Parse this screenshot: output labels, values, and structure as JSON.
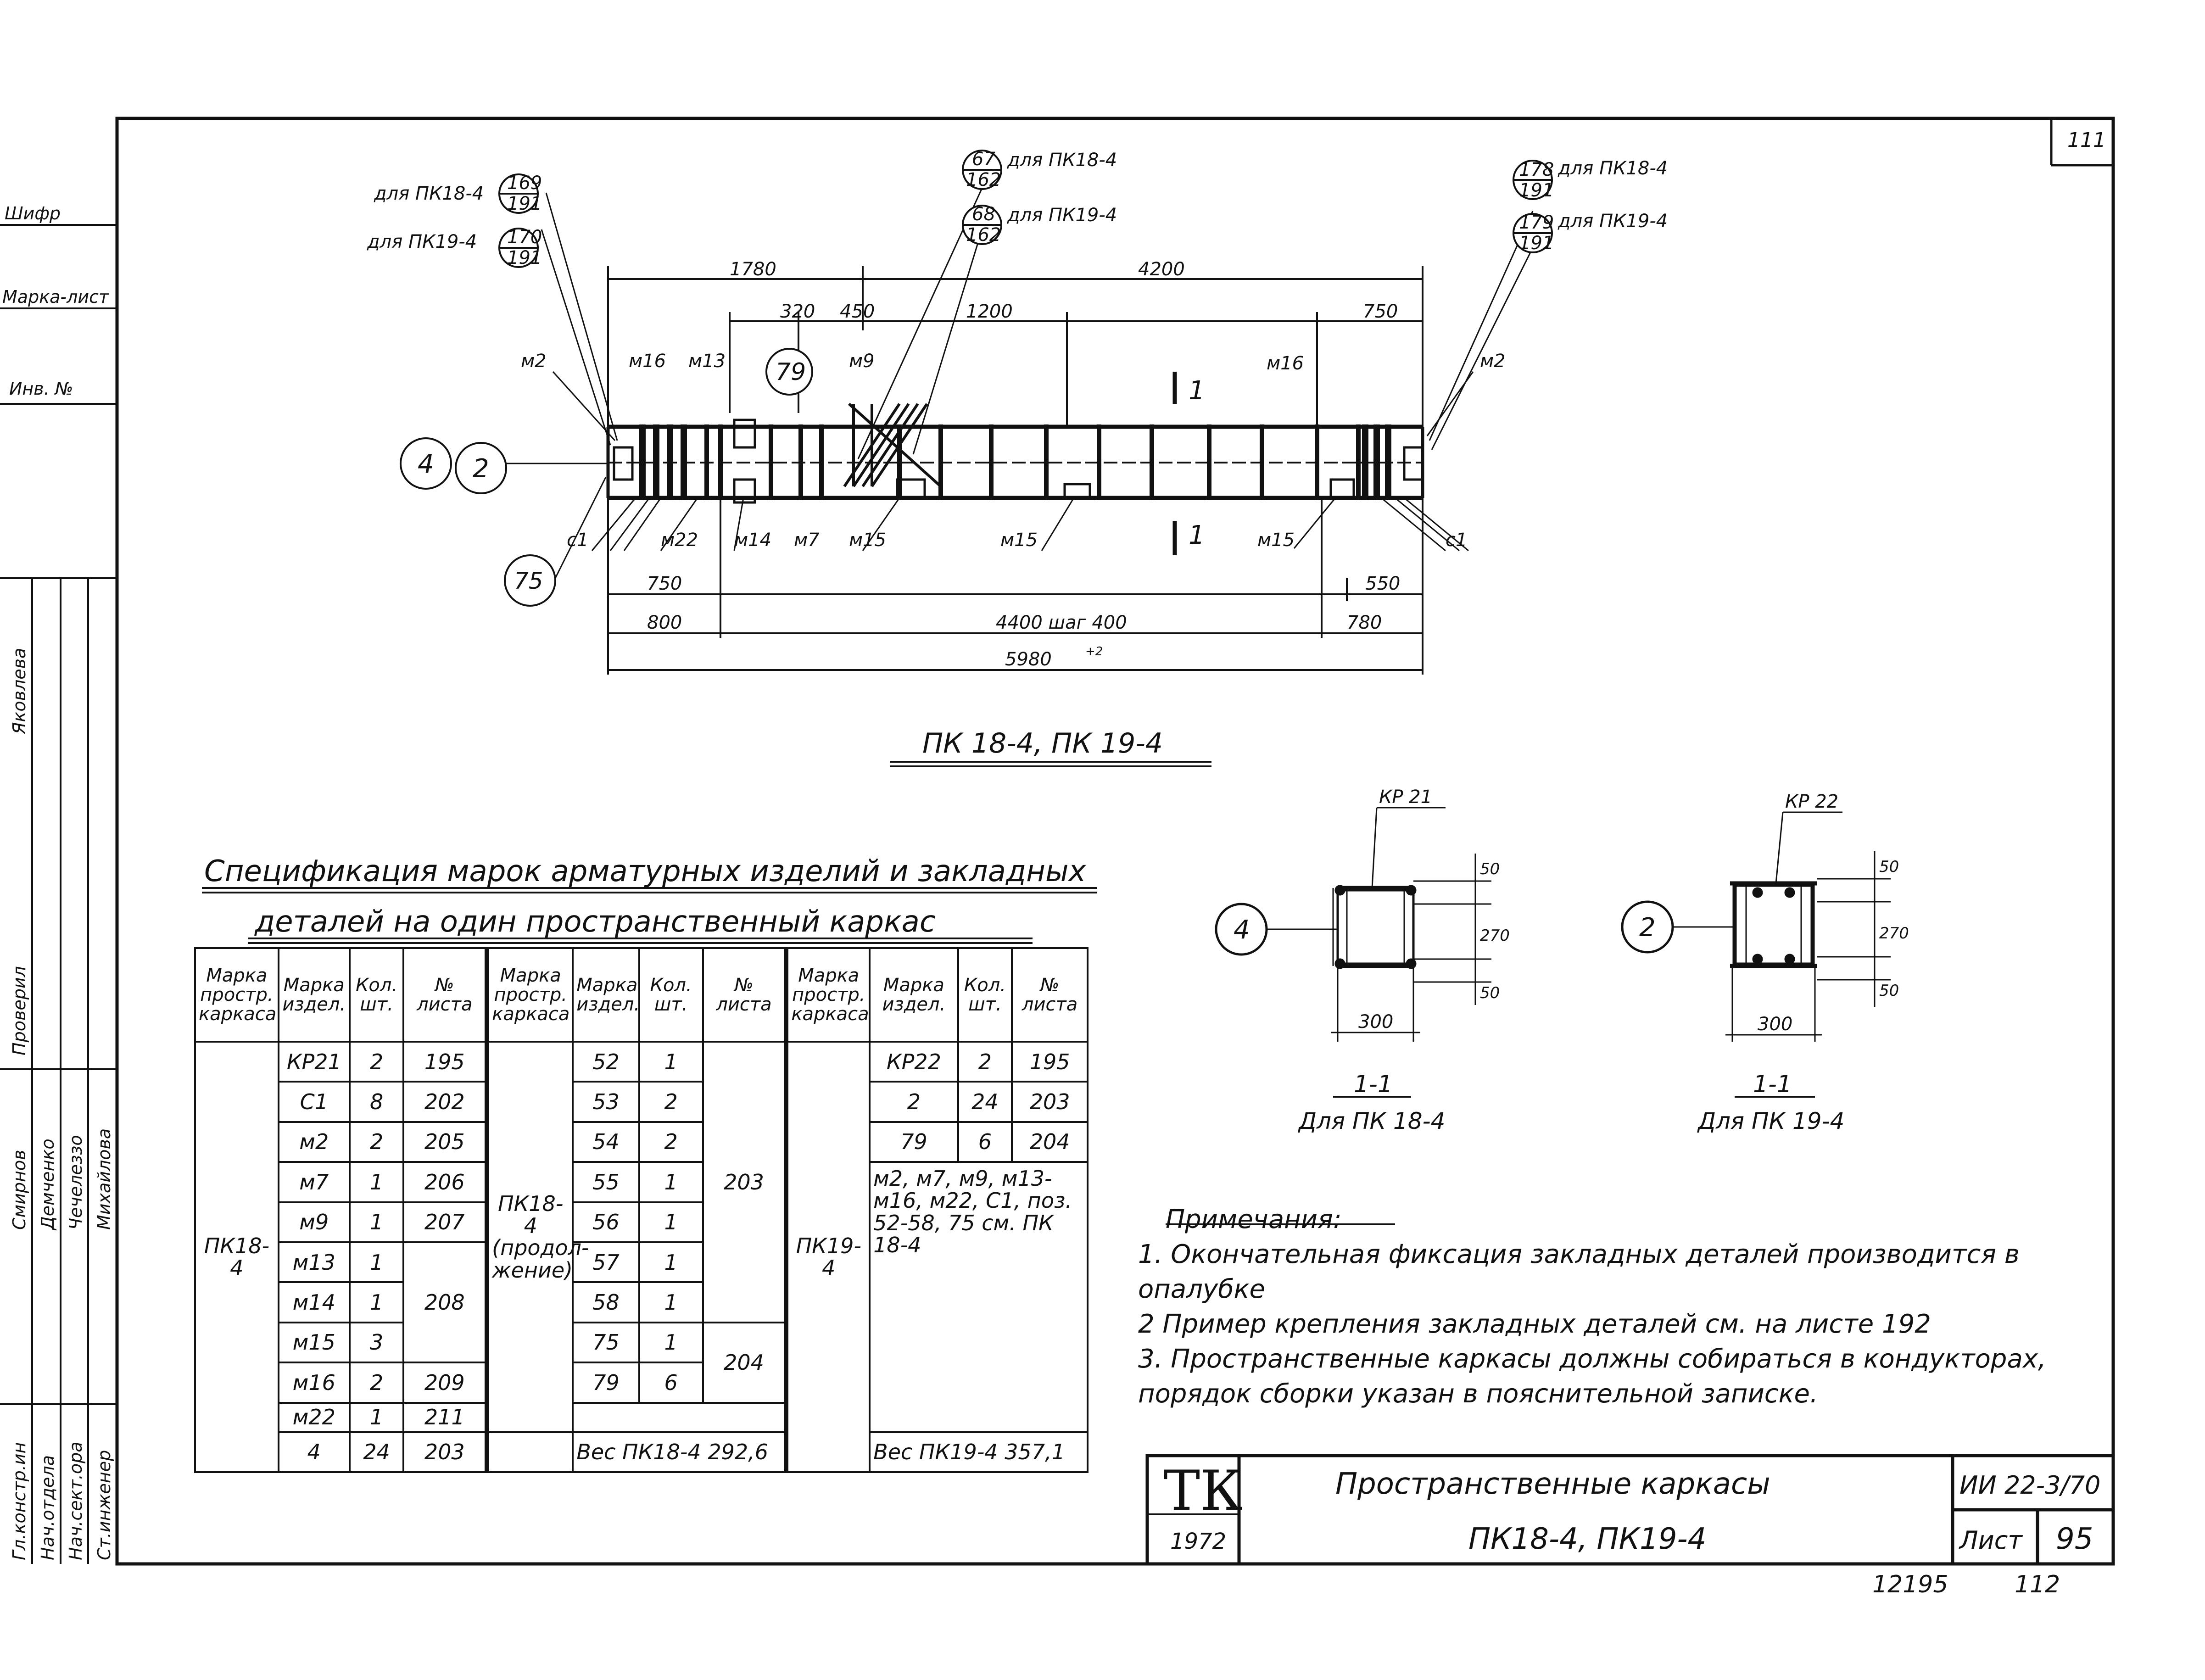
{
  "sheet": {
    "page_number": "111",
    "bottom_note": "12195",
    "bottom_note_right": "112"
  },
  "left_margin": {
    "top_labels": [
      "Шифр",
      "Марка-лист",
      "Инв. №"
    ],
    "roles": [
      "Гл.констр.ин",
      "Нач.отдела",
      "Нач.сект.ора",
      "Ст.инженер"
    ],
    "names": [
      "Смирнов",
      "Демченко",
      "Чечелеззо",
      "Михайлова"
    ],
    "approvals": [
      "Проверил",
      "Яковлева"
    ]
  },
  "main_drawing": {
    "title": "ПК 18-4, ПК 19-4",
    "bubbles_left_top": [
      {
        "label": "для ПК18-4",
        "top": "169",
        "bottom": "191"
      },
      {
        "label": "для ПК19-4",
        "top": "170",
        "bottom": "191"
      }
    ],
    "bubbles_mid_top": [
      {
        "label": "для ПК18-4",
        "top": "67",
        "bottom": "162"
      },
      {
        "label": "для ПК19-4",
        "top": "68",
        "bottom": "162"
      }
    ],
    "bubbles_right_top": [
      {
        "label": "для ПК18-4",
        "top": "178",
        "bottom": "191"
      },
      {
        "label": "для ПК19-4",
        "top": "179",
        "bottom": "191"
      }
    ],
    "dims_top": [
      "1780",
      "4200",
      "320",
      "450",
      "1200",
      "750"
    ],
    "dims_bottom": [
      "750",
      "800",
      "4400 шаг 400",
      "550",
      "780",
      "5980"
    ],
    "tolerance": "+2",
    "labels": [
      "м2",
      "м16",
      "м13",
      "м9",
      "м16",
      "м2",
      "с1",
      "м22",
      "м14",
      "м7",
      "м15",
      "м15",
      "м15",
      "с1",
      "1",
      "1"
    ],
    "circle_79": "79",
    "circle_4": "4",
    "circle_2": "2",
    "circle_75": "75"
  },
  "section_1": {
    "mark": "КР 21",
    "circle": "4",
    "dims": [
      "50",
      "270",
      "50",
      "300"
    ],
    "caption": "1-1",
    "subcaption": "Для ПК 18-4"
  },
  "section_2": {
    "mark": "КР 22",
    "circle": "2",
    "dims": [
      "50",
      "270",
      "50",
      "300"
    ],
    "caption": "1-1",
    "subcaption": "Для ПК 19-4"
  },
  "spec": {
    "title_line1": "Спецификация марок арматурных изделий и закладных",
    "title_line2": "деталей на один пространственный каркас",
    "headers": [
      "Марка простр. каркаса",
      "Марка издел.",
      "Кол. шт.",
      "№ листа"
    ],
    "group1": {
      "frame": "ПК18-4",
      "rows": [
        [
          "КР21",
          "2",
          "195"
        ],
        [
          "С1",
          "8",
          "202"
        ],
        [
          "м2",
          "2",
          "205"
        ],
        [
          "м7",
          "1",
          "206"
        ],
        [
          "м9",
          "1",
          "207"
        ],
        [
          "м13",
          "1",
          ""
        ],
        [
          "м14",
          "1",
          "208"
        ],
        [
          "м15",
          "3",
          ""
        ],
        [
          "м16",
          "2",
          "209"
        ],
        [
          "м22",
          "1",
          "211"
        ],
        [
          "4",
          "24",
          "203"
        ]
      ]
    },
    "group2": {
      "frame": "ПК18-4 (продол- жение)",
      "rows": [
        [
          "52",
          "1"
        ],
        [
          "53",
          "2"
        ],
        [
          "54",
          "2"
        ],
        [
          "55",
          "1"
        ],
        [
          "56",
          "1"
        ],
        [
          "57",
          "1"
        ],
        [
          "58",
          "1"
        ],
        [
          "75",
          "1"
        ],
        [
          "79",
          "6"
        ]
      ],
      "sheet_203": "203",
      "sheet_204": "204",
      "weight": "Вес ПК18-4 292,6"
    },
    "group3": {
      "frame": "ПК19-4",
      "rows": [
        [
          "КР22",
          "2",
          "195"
        ],
        [
          "2",
          "24",
          "203"
        ],
        [
          "79",
          "6",
          "204"
        ]
      ],
      "note": "м2, м7, м9, м13-м16, м22, С1, поз. 52-58, 75 см. ПК 18-4",
      "weight": "Вес ПК19-4 357,1"
    }
  },
  "notes": {
    "heading": "Примечания:",
    "items": [
      "1. Окончательная фиксация закладных деталей производится в опалубке",
      "2 Пример крепления закладных деталей см. на листе 192",
      "3. Пространственные каркасы должны собираться в кондукторах, порядок сборки указан в пояснительной записке."
    ]
  },
  "stamp": {
    "logo": "ТК",
    "year": "1972",
    "title1": "Пространственные каркасы",
    "title2": "ПК18-4, ПК19-4",
    "code": "ИИ 22-3/70",
    "sheet_label": "Лист",
    "sheet_no": "95"
  }
}
